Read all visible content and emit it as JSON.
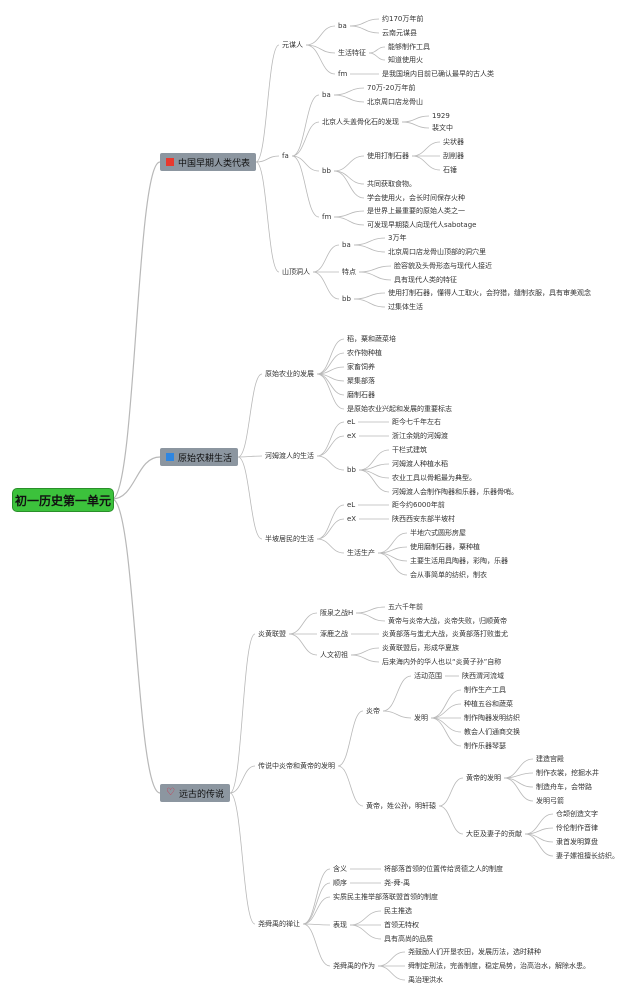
{
  "root": "初一历史第一单元",
  "colors": {
    "root_bg": "#3cc23c",
    "branch_bg": "#8c96a0",
    "line": "#b8b8b8"
  },
  "branches": [
    {
      "label": "中国早期人类代表",
      "icon": "red-square-icon"
    },
    {
      "label": "原始农耕生活",
      "icon": "blue-square-icon"
    },
    {
      "label": "远古的传说",
      "icon": "heart-icon"
    }
  ],
  "n": {
    "yms": "元谋人",
    "yms_ba": "ba",
    "yms_ba1": "约170万年前",
    "yms_ba2": "云南元谋县",
    "yms_sh": "生活特征",
    "yms_sh1": "能够制作工具",
    "yms_sh2": "知道使用火",
    "yms_fm": "fm",
    "yms_fm1": "是我国境内目前已确认最早的古人类",
    "bjr": "fa",
    "bjr_ba": "ba",
    "bjr_ba1": "70万-20万年前",
    "bjr_ba2": "北京周口店龙骨山",
    "bjr_fx": "北京人头盖骨化石的发现",
    "bjr_fx1": "1929",
    "bjr_fx2": "裴文中",
    "bjr_bb": "bb",
    "bjr_sy": "使用打制石器",
    "bjr_sy1": "尖状器",
    "bjr_sy2": "刮削器",
    "bjr_sy3": "石锤",
    "bjr_bb2": "共同获取食物。",
    "bjr_bb3": "学会使用火，会长时间保存火种",
    "bjr_fm": "fm",
    "bjr_fm1": "是世界上最重要的原始人类之一",
    "bjr_fm2": "可发现早期猿人向现代人sabotage",
    "sdd": "山顶洞人",
    "sdd_ba": "ba",
    "sdd_ba1": "3万年",
    "sdd_ba2": "北京周口店龙骨山顶部的洞穴里",
    "sdd_td": "特点",
    "sdd_td1": "脸容貌及头骨形态与现代人接近",
    "sdd_td2": "具有现代人类的特征",
    "sdd_bb": "bb",
    "sdd_bb1": "使用打制石器，懂得人工取火，会狩猎，缝制衣服，具有审美观念",
    "sdd_bb2": "过集体生活",
    "ny": "原始农业的发展",
    "ny1": "稻，粟和蔬菜培",
    "ny2": "农作物种植",
    "ny3": "家畜饲养",
    "ny4": "聚集部落",
    "ny5": "磨制石器",
    "ny6": "是原始农业兴起和发展的重要标志",
    "hmd": "河姆渡人的生活",
    "hmd_el": "eL",
    "hmd_el1": "距今七千年左右",
    "hmd_ex": "eX",
    "hmd_ex1": "浙江余姚的河姆渡",
    "hmd_bb": "bb",
    "hmd_bb1": "干栏式建筑",
    "hmd_bb2": "河姆渡人种植水稻",
    "hmd_bb3": "农业工具以骨耜最为典型。",
    "hmd_bb4": "河姆渡人会制作陶器和乐器，乐器骨哨。",
    "bp": "半坡居民的生活",
    "bp_el": "eL",
    "bp_el1": "距今约6000年前",
    "bp_ex": "eX",
    "bp_ex1": "陕西西安东部半坡村",
    "bp_sh": "生活生产",
    "bp_sh1": "半地穴式圆形房屋",
    "bp_sh2": "使用磨制石器，粟种植",
    "bp_sh3": "主要生活用具陶器，彩陶，乐器",
    "bp_sh4": "会从事简单的纺织，制衣",
    "yh": "炎黄联盟",
    "yh1": "阪泉之战H",
    "yh1a": "五六千年前",
    "yh1b": "黄帝与炎帝大战，炎帝失败，归顺黄帝",
    "yh2": "涿鹿之战",
    "yh2a": "炎黄部落与蚩尤大战，炎黄部落打败蚩尤",
    "yh3": "人文初祖",
    "yh3a": "炎黄联盟后，形成华夏族",
    "yh3b": "后来海内外的华人也以“炎黄子孙”自称",
    "cs": "传说中炎帝和黄帝的发明",
    "yd": "炎帝",
    "yd_hd": "活动范围",
    "yd_hd1": "陕西渭河流域",
    "yd_fm": "发明",
    "yd_fm1": "制作生产工具",
    "yd_fm2": "种植五谷和蔬菜",
    "yd_fm3": "制作陶器发明纺织",
    "yd_fm4": "教会人们通商交换",
    "yd_fm5": "制作乐器琴瑟",
    "hd": "黄帝，姓公孙，明轩辕",
    "hd_fm": "黄帝的发明",
    "hd_fm1": "建造宫殿",
    "hd_fm2": "制作衣裳，挖掘水井",
    "hd_fm3": "制造舟车，会带路",
    "hd_fm4": "发明弓箭",
    "hd_gx": "大臣及妻子的贡献",
    "hd_gx1": "仓颉创造文字",
    "hd_gx2": "伶伦制作音律",
    "hd_gx3": "隶首发明算盘",
    "hd_gx4": "妻子嫘祖擅长纺织。",
    "yss": "尧舜禹的禅让",
    "yss_hy": "含义",
    "yss_hy1": "将部落首领的位置传给贤德之人的制度",
    "yss_sx": "顺序",
    "yss_sx1": "尧-舜-禹",
    "yss_ss": "实质民主推举部落联盟首领的制度",
    "yss_bx": "表现",
    "yss_bx1": "民主推选",
    "yss_bx2": "首领无特权",
    "yss_bx3": "具有高尚的品质",
    "yss_zw": "尧舜禹的作为",
    "yss_zw1": "尧鼓励人们开垦农田，发展历法，选时耕种",
    "yss_zw2": "舜制定刑法，完善制度，稳定局势，治高治水，解除水患。",
    "yss_zw3": "禹治理洪水"
  }
}
